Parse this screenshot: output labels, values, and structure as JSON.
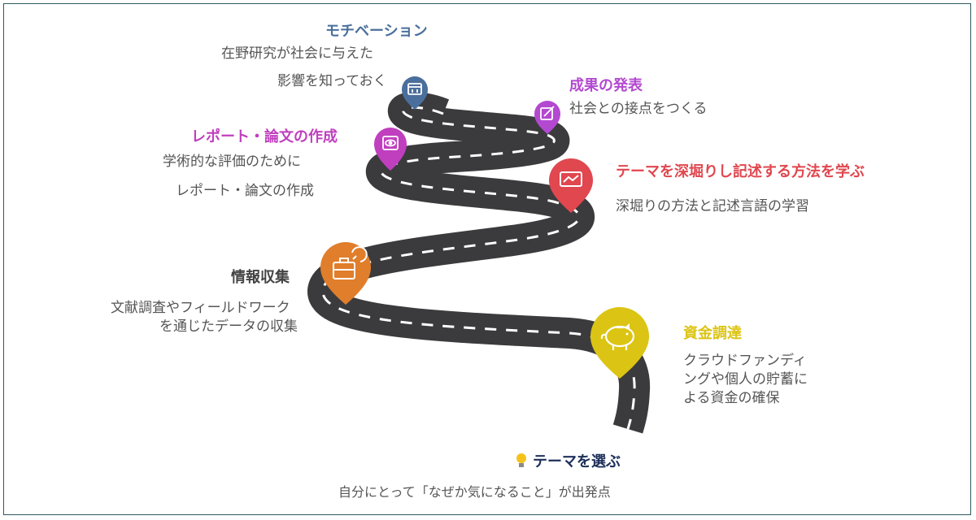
{
  "palette": {
    "road": "#3b3b3d",
    "road_dash": "#ffffff",
    "motivation": "#4a6f9c",
    "presentation": "#b349d0",
    "report": "#c03fbf",
    "theme_deep": "#e0474f",
    "research": "#e07e2b",
    "funding": "#dcc414",
    "start_title": "#1d2f5a"
  },
  "steps": {
    "motivation": {
      "title": "モチベーション",
      "desc_line1": "在野研究が社会に与えた",
      "desc_line2": "影響を知っておく",
      "icon": "calendar-icon"
    },
    "presentation": {
      "title": "成果の発表",
      "desc": "社会との接点をつくる",
      "icon": "pen-edit-icon"
    },
    "report": {
      "title": "レポート・論文の作成",
      "desc_line1": "学術的な評価のために",
      "desc_line2": "レポート・論文の作成",
      "icon": "eye-document-icon"
    },
    "theme_deep": {
      "title": "テーマを深堀りし記述する方法を学ぶ",
      "desc": "深堀りの方法と記述言語の学習",
      "icon": "chart-board-icon"
    },
    "research": {
      "title": "情報収集",
      "desc_line1": "文献調査やフィールドワーク",
      "desc_line2": "を通じたデータの収集",
      "icon": "briefcase-icon"
    },
    "funding": {
      "title": "資金調達",
      "desc_line1": "クラウドファンディ",
      "desc_line2": "ングや個人の貯蓄に",
      "desc_line3": "よる資金の確保",
      "icon": "piggy-bank-icon"
    },
    "start": {
      "title": "テーマを選ぶ",
      "desc": "自分にとって「なぜか気になること」が出発点",
      "icon": "lightbulb-icon"
    }
  }
}
